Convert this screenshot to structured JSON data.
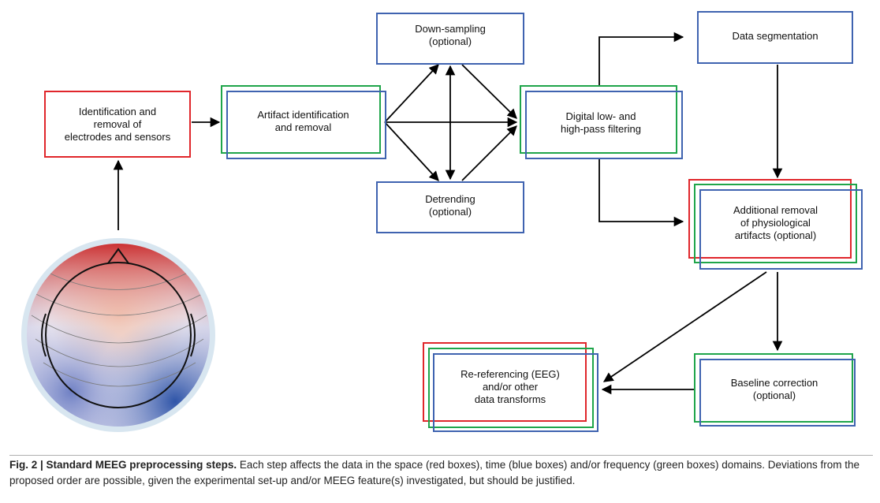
{
  "nodes": {
    "identification": "Identification and\nremoval of\nelectrodes and sensors",
    "artifact": "Artifact identification\nand removal",
    "downsampling": "Down-sampling\n(optional)",
    "detrending": "Detrending\n(optional)",
    "filtering": "Digital low- and\nhigh-pass filtering",
    "segmentation": "Data segmentation",
    "physio": "Additional removal\nof physiological\nartifacts (optional)",
    "baseline": "Baseline correction\n(optional)",
    "rereferencing": "Re-referencing (EEG)\nand/or other\ndata transforms"
  },
  "caption": {
    "title": "Fig. 2 | Standard MEEG preprocessing steps.",
    "text": " Each step affects the data in the space (red boxes), time (blue boxes) and/or frequency (green boxes) domains. Deviations from the proposed order are possible, given the experimental set-up and/or MEEG feature(s) investigated, but should be justified."
  },
  "colors": {
    "space": "#e0262b",
    "time": "#3f63b0",
    "frequency": "#1fa54a"
  }
}
